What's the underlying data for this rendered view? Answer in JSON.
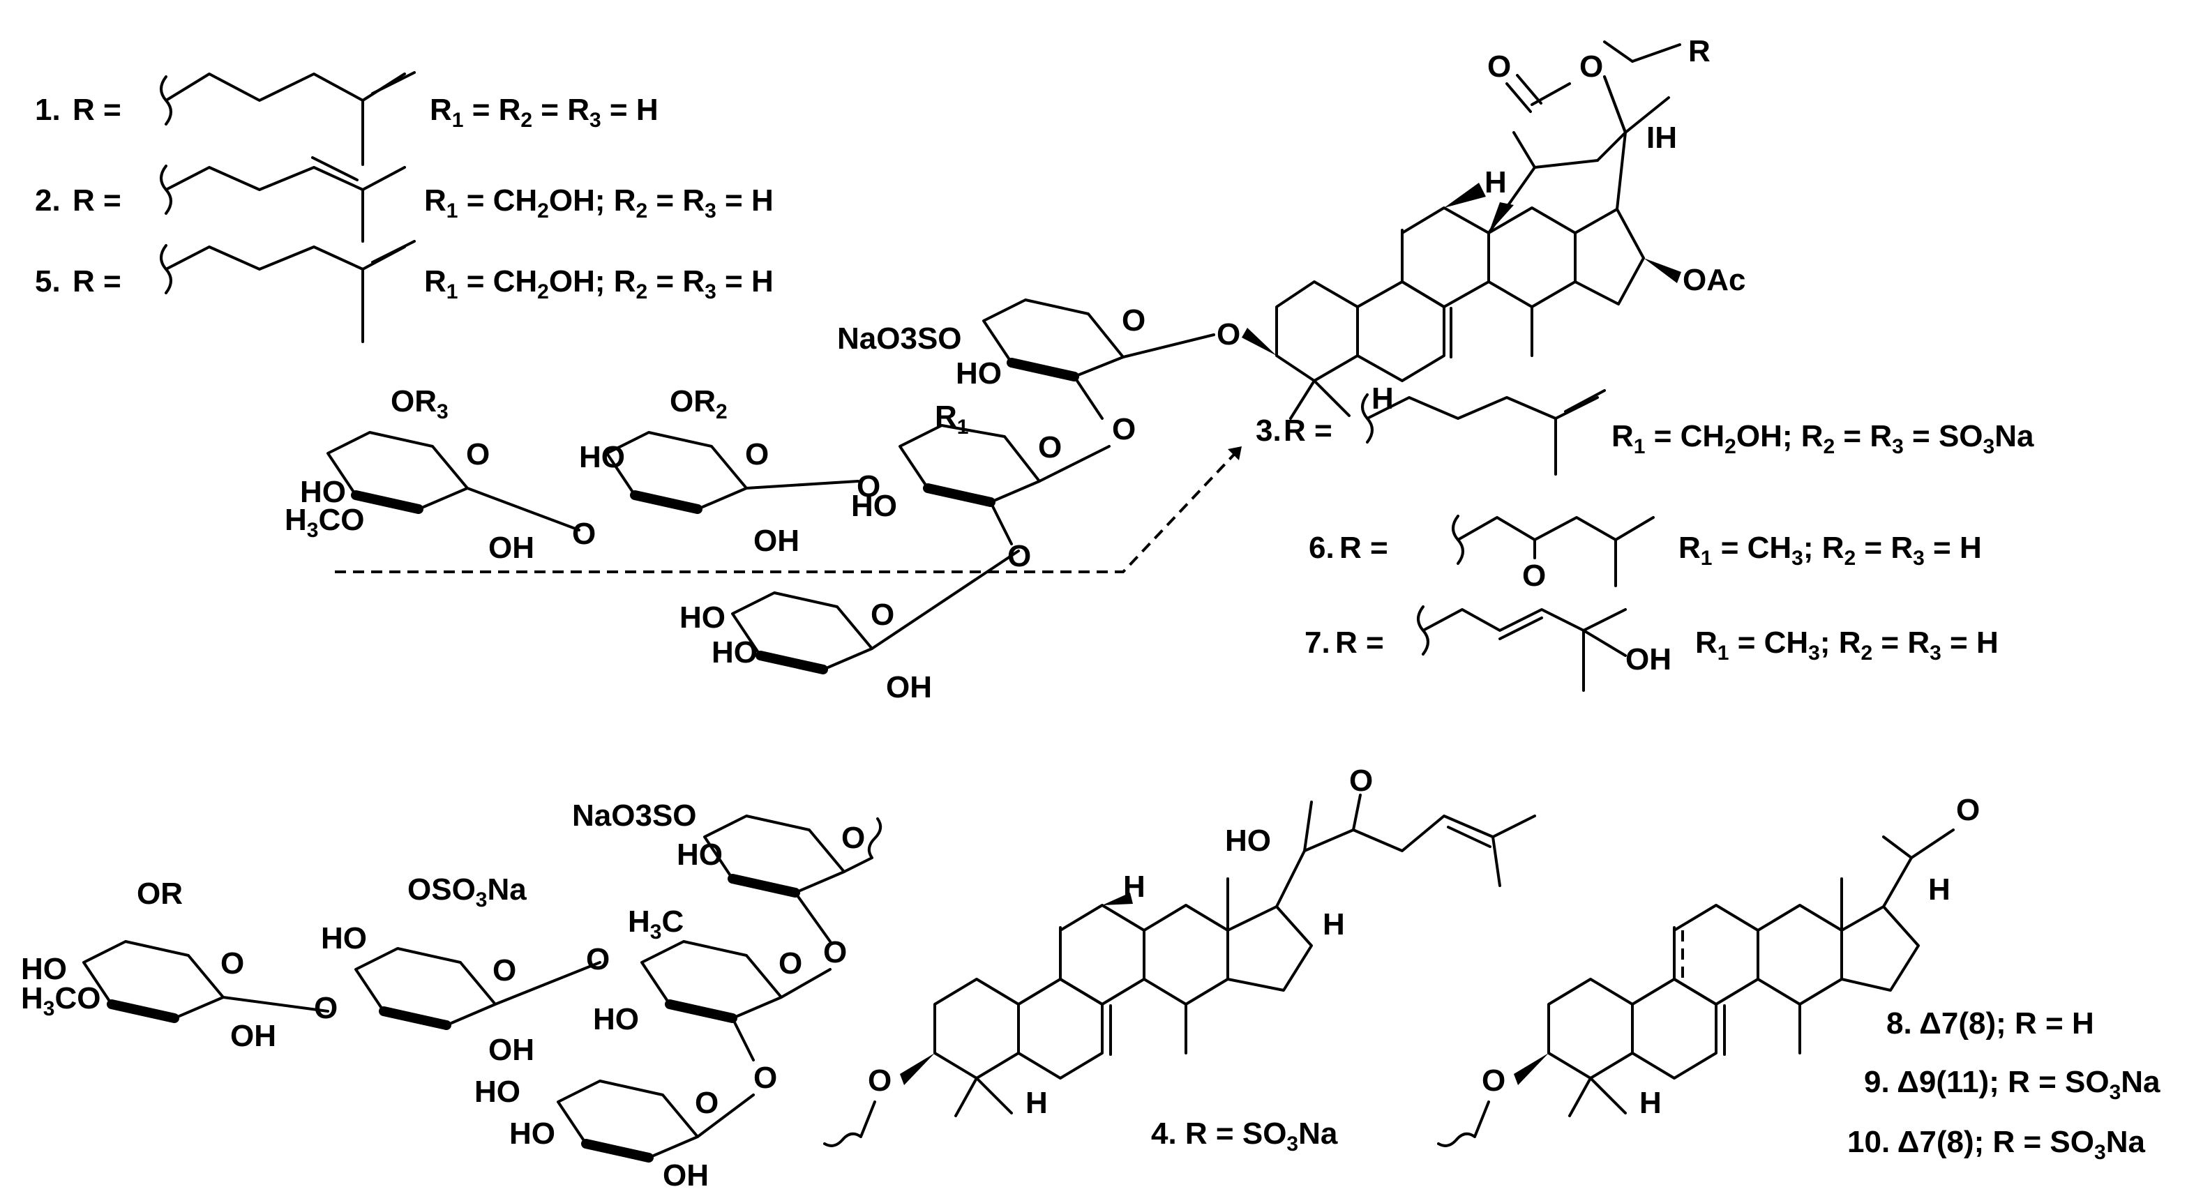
{
  "colors": {
    "ink": "#000000",
    "background": "#ffffff"
  },
  "compounds": {
    "c1": {
      "num": "1.",
      "r_eq": "R =",
      "rest": "R",
      "rest_sub": "1",
      "rest2": " =  R",
      "rest2_sub": "2",
      "rest3": " = R",
      "rest3_sub": "3",
      "rest4": " = H"
    },
    "c2": {
      "num": "2.",
      "r_eq": "R =",
      "label": "R1 = CH2OH; R2 = R3 = H"
    },
    "c5": {
      "num": "5.",
      "r_eq": "R =",
      "label": "R1 = CH2OH; R2 = R3 = H"
    },
    "c3": {
      "num": "3.",
      "r_eq": "R =",
      "label": "R1 = CH2OH; R2 = R3 = SO3Na"
    },
    "c6": {
      "num": "6.",
      "r_eq": "R =",
      "label": "R1 = CH3; R2 = R3 = H"
    },
    "c7": {
      "num": "7.",
      "r_eq": "R =",
      "label": "R1 = CH3; R2 = R3 = H"
    },
    "c4": {
      "label": "4. R = SO3Na"
    },
    "c8": {
      "label": "8. Δ7(8); R = H"
    },
    "c9": {
      "label": "9. Δ9(11); R = SO3Na"
    },
    "c10": {
      "label": "10. Δ7(8); R = SO3Na"
    }
  },
  "atoms": {
    "O": "O",
    "R": "R",
    "H": "H",
    "IH": "IH",
    "OAc": "OAc",
    "OH": "OH",
    "HO": "HO",
    "OR3": "OR3",
    "OR2": "OR2",
    "R1": "R1",
    "H3CO": "H3CO",
    "NaO3SO": "NaO3SO",
    "OR": "OR",
    "OSO3Na": "OSO3Na",
    "H3C": "H3C"
  }
}
